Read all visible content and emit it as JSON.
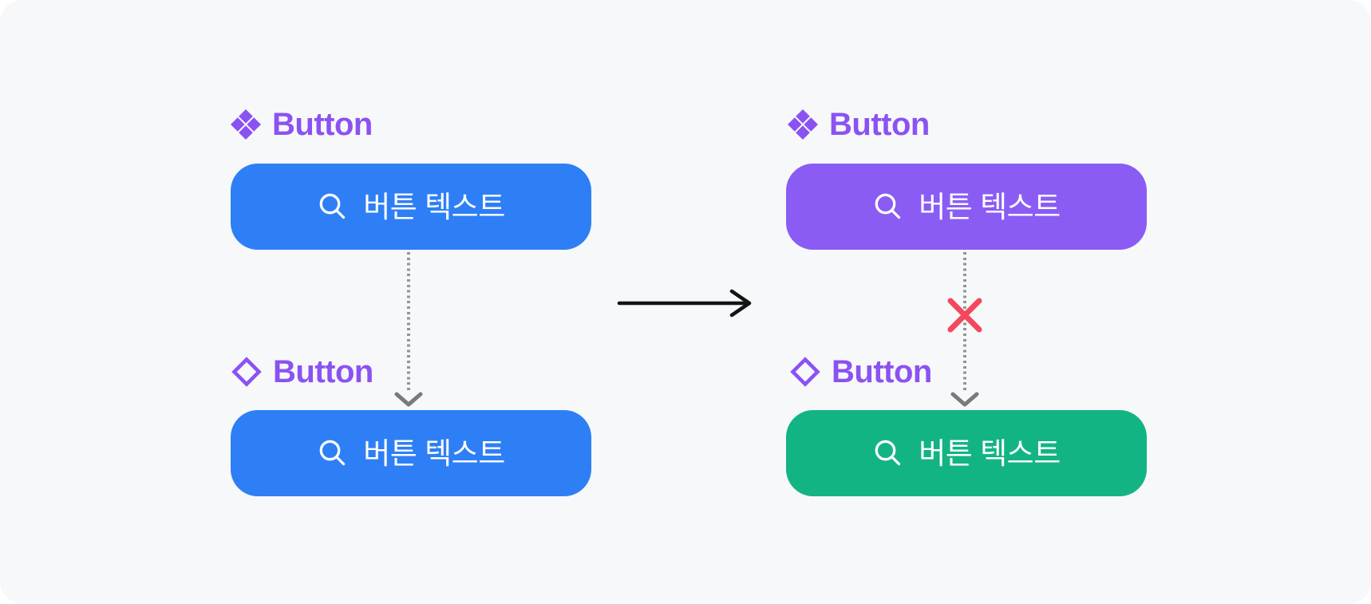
{
  "page": {
    "background": "#FFFFFF",
    "canvas_background": "#F7F8FA"
  },
  "colors": {
    "accent_purple": "#8B52F2",
    "button_blue": "#2E7FF6",
    "button_purple": "#8A5CF4",
    "button_green": "#13B483",
    "button_text": "#FFFFFF",
    "connector_gray": "#949494",
    "arrowhead_gray": "#7A7A7A",
    "transition_arrow_black": "#141414",
    "error_red": "#F4485C"
  },
  "panels": {
    "before": {
      "main_component": {
        "icon": "main-component-icon",
        "label": "Button",
        "button": {
          "icon": "search-icon",
          "label": "버튼 텍스트",
          "fill": "#2E7FF6"
        }
      },
      "connector": {
        "style": "dotted",
        "arrowhead": "down",
        "broken": false
      },
      "instance": {
        "icon": "instance-icon",
        "label": "Button",
        "button": {
          "icon": "search-icon",
          "label": "버튼 텍스트",
          "fill": "#2E7FF6"
        }
      }
    },
    "after": {
      "main_component": {
        "icon": "main-component-icon",
        "label": "Button",
        "button": {
          "icon": "search-icon",
          "label": "버튼 텍스트",
          "fill": "#8A5CF4"
        }
      },
      "connector": {
        "style": "dotted",
        "arrowhead": "down",
        "broken": true,
        "broken_marker": "red-x-icon"
      },
      "instance": {
        "icon": "instance-icon",
        "label": "Button",
        "button": {
          "icon": "search-icon",
          "label": "버튼 텍스트",
          "fill": "#13B483"
        }
      }
    },
    "transition": {
      "icon": "right-arrow-icon"
    }
  }
}
